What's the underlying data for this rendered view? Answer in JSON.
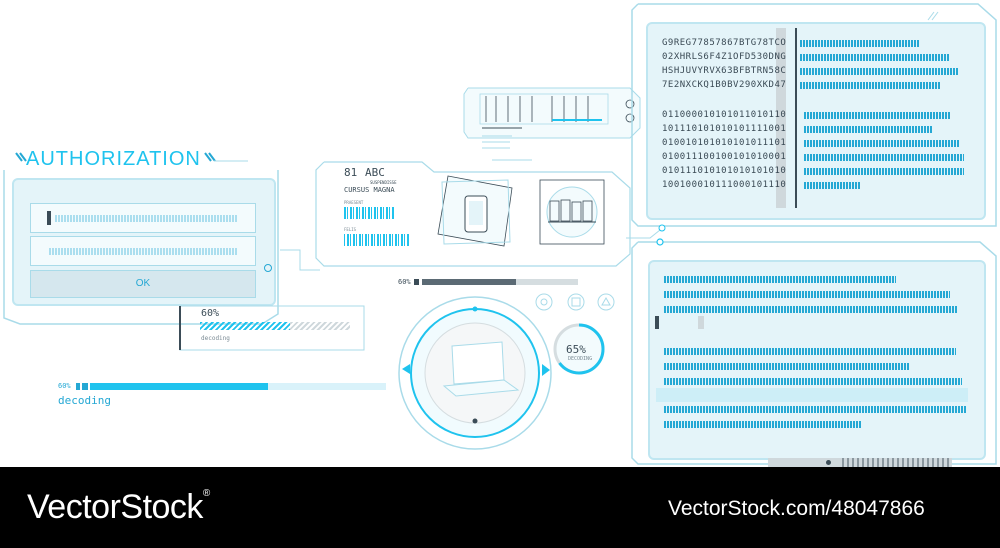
{
  "auth": {
    "title": "AUTHORIZATION",
    "ok_label": "OK"
  },
  "card": {
    "code": "81",
    "abc": "ABC",
    "suspendisse": "SUSPENDISSE",
    "cursus": "CURSUS MAGNA",
    "praesent": "PRAESENT",
    "felis": "FELIS"
  },
  "decode_small": {
    "percent": "60%",
    "label": "decoding",
    "progress": 0.6
  },
  "decode_large": {
    "percent": "60%",
    "label": "decoding",
    "progress": 0.6
  },
  "mid_bar": {
    "percent": "60%",
    "progress": 0.6
  },
  "gauge": {
    "percent": "65%",
    "label": "DECODING",
    "progress": 0.65
  },
  "code_panel": {
    "hex_lines": [
      "G9REG77857867BTG78TCO",
      "02XHRLS6F4Z1OFD530DNG",
      "HSHJUVYRVX63BFBTRN58C",
      "7E2NXCKQ1B0BV290XKD47"
    ],
    "bin_lines": [
      "011000010101011010110",
      "101110101010101111001",
      "010010101010101011101",
      "010011100100101010001",
      "010111010101010101010",
      "100100010111000101110"
    ]
  },
  "watermark": {
    "brand": "VectorStock",
    "registered": "®",
    "url": "VectorStock.com/48047866"
  },
  "colors": {
    "accent": "#25a8d4",
    "bright": "#1fc3ee",
    "panel": "#e4f4f9",
    "line": "#a9dbe9"
  },
  "icons": [
    "phone-icon",
    "laptop-icon",
    "books-icon"
  ]
}
